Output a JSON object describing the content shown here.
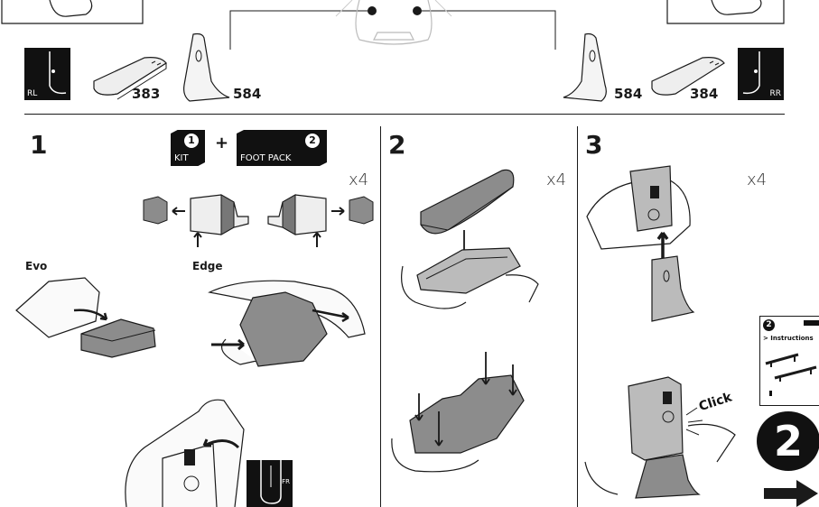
{
  "header": {
    "left_corner_label": "RL",
    "right_corner_label": "RR",
    "left_parts": [
      "383",
      "584"
    ],
    "right_parts": [
      "584",
      "384"
    ]
  },
  "step1": {
    "number": "1",
    "kit_num": "1",
    "kit_label": "KIT",
    "plus": "+",
    "foot_pack_num": "2",
    "foot_pack_label": "FOOT PACK",
    "multiplier": "x4",
    "evo_label": "Evo",
    "edge_label": "Edge",
    "fr_label": "FR"
  },
  "step2": {
    "number": "2",
    "multiplier": "x4"
  },
  "step3": {
    "number": "3",
    "multiplier": "x4",
    "click_label": "Click"
  },
  "side": {
    "booklet_num": "2",
    "booklet_label": "> Instructions",
    "big_num": "2",
    "arrow_icon": "right-arrow-icon"
  },
  "colors": {
    "ink": "#1a1a1a",
    "gray_fill": "#8c8c8c",
    "light_fill": "#e6e6e6"
  }
}
